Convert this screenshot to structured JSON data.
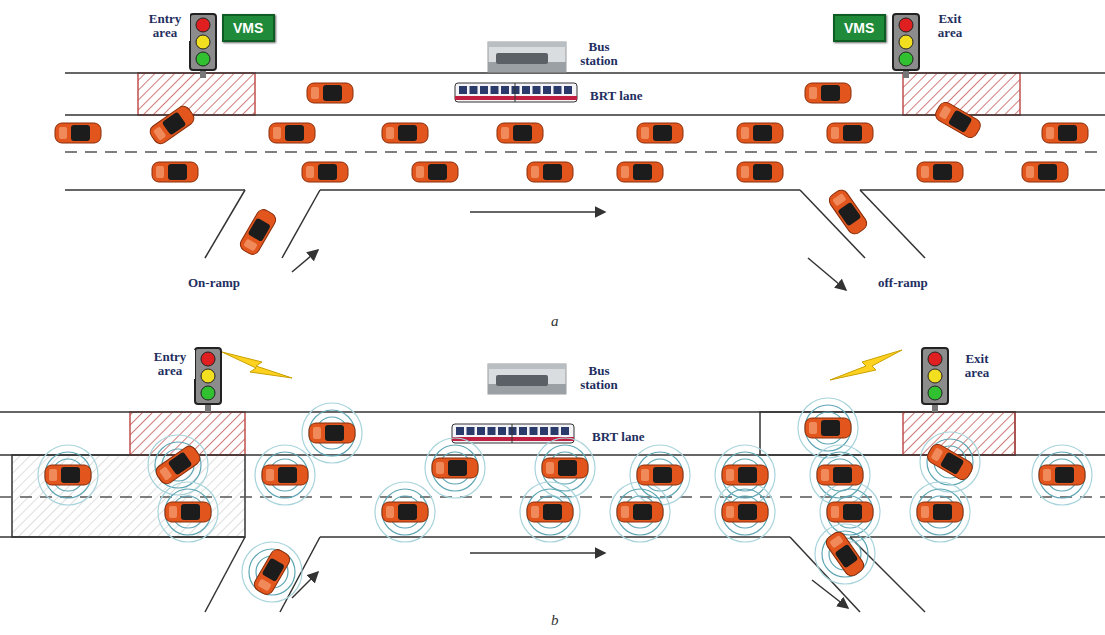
{
  "diagram": {
    "nodes": [
      {
        "text": [
          "VMS"
        ]
      },
      {
        "text": [
          "VMS"
        ]
      }
    ],
    "labels": [
      "Entry area",
      "Bus station",
      "BRT lane",
      "Exit area",
      "On-ramp",
      "off-ramp",
      "a",
      "Entry area",
      "Bus station",
      "BRT lane",
      "Exit area",
      "b"
    ]
  }
}
